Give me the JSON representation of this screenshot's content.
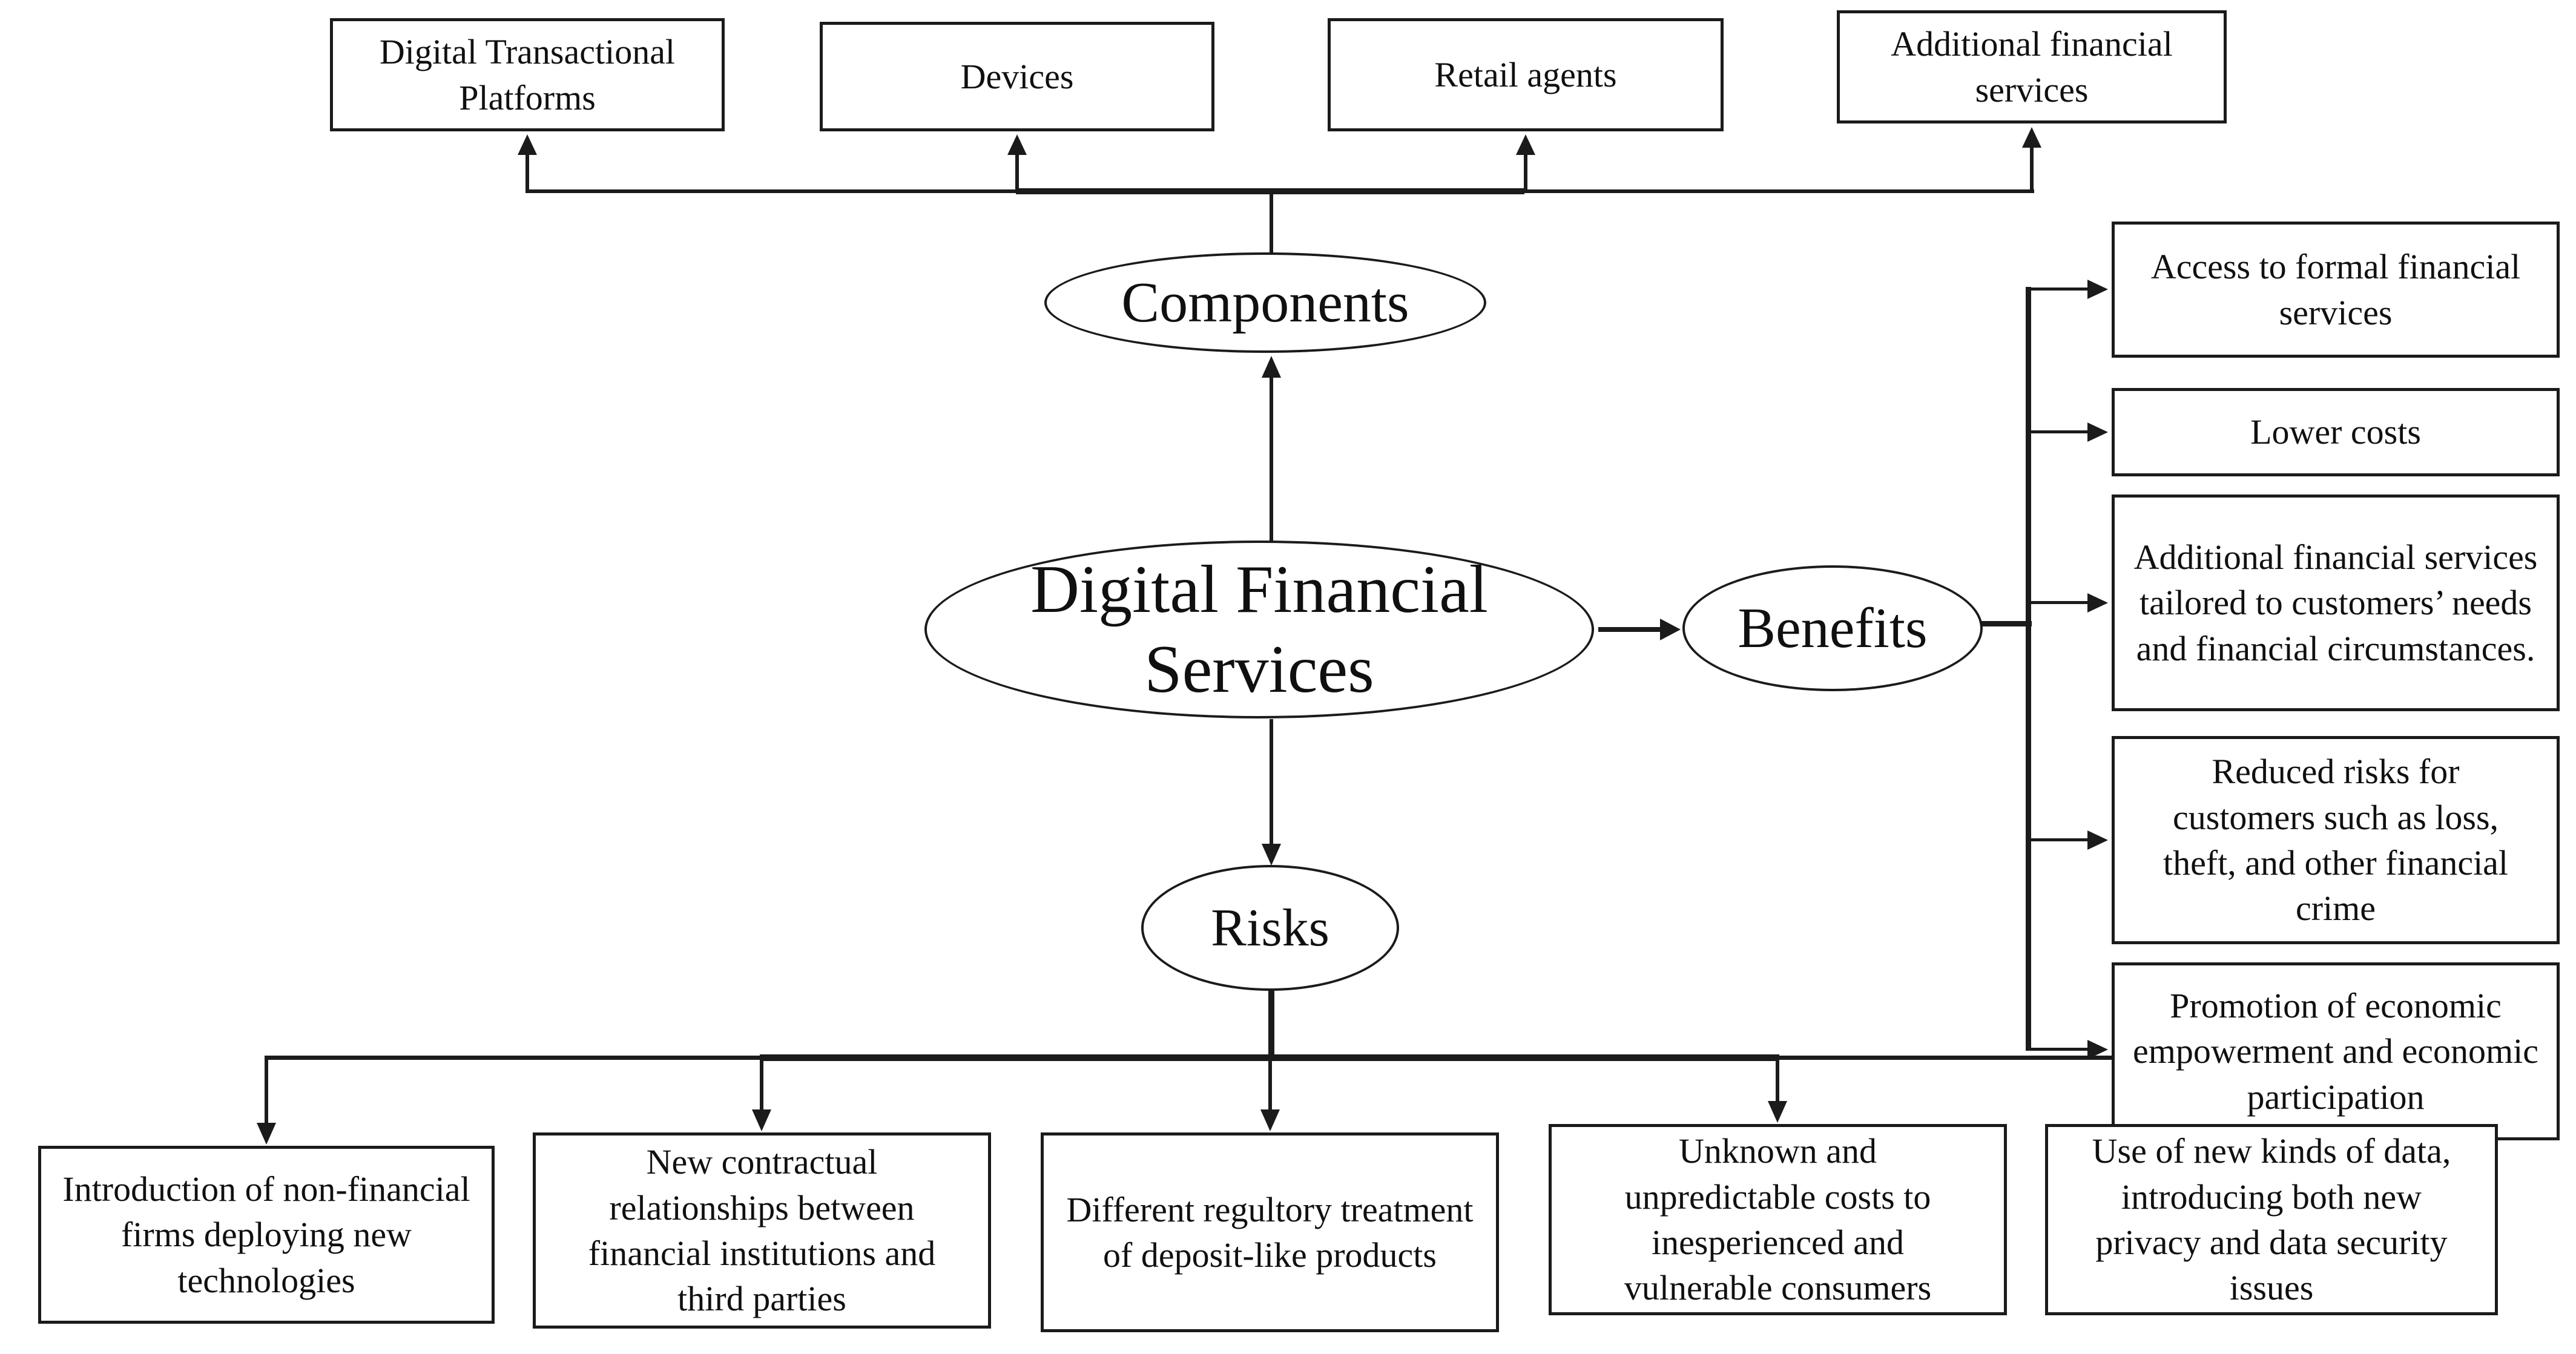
{
  "nodes": {
    "center": "Digital Financial Services",
    "components_label": "Components",
    "benefits_label": "Benefits",
    "risks_label": "Risks"
  },
  "components": [
    "Digital Transactional Platforms",
    "Devices",
    "Retail agents",
    "Additional financial services"
  ],
  "benefits": [
    "Access to formal financial services",
    "Lower costs",
    "Additional financial services tailored to customers’ needs and financial circumstances.",
    "Reduced risks for customers such as loss, theft, and other financial crime",
    "Promotion of economic empowerment and economic participation"
  ],
  "risks": [
    "Introduction of non-financial firms deploying new technologies",
    "New contractual relationships between financial institutions and third parties",
    "Different regultory treatment of deposit-like products",
    "Unknown and unpredictable costs to inesperienced and vulnerable consumers",
    "Use of new kinds of data, introducing both new privacy and data security issues"
  ],
  "colors": {
    "line": "#1b1b1b",
    "border": "#1b1b1b",
    "background": "#ffffff",
    "text": "#101010"
  }
}
